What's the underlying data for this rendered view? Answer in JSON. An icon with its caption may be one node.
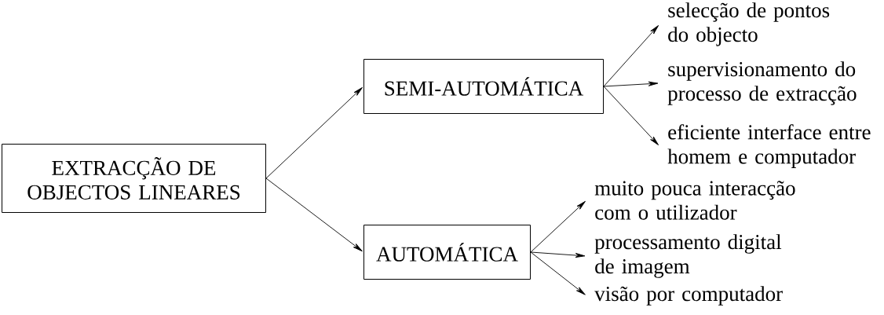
{
  "diagram": {
    "nodes": [
      {
        "text": [
          "EXTRACÇÃO DE OBJECTOS LINEARES"
        ]
      },
      {
        "text": [
          "SEMI-AUTOMÁTICA"
        ]
      },
      {
        "text": [
          "AUTOMÁTICA"
        ]
      },
      {
        "text": [
          "selecção de pontos do objecto"
        ]
      },
      {
        "text": [
          "supervisionamento do processo de extracção"
        ]
      },
      {
        "text": [
          "eficiente interface entre homem e computador"
        ]
      },
      {
        "text": [
          "muito pouca interacção com o utilizador"
        ]
      },
      {
        "text": [
          "processamento digital de imagem"
        ]
      },
      {
        "text": [
          "visão por computador"
        ]
      }
    ],
    "edges": [
      {
        "from": 0,
        "to": 1,
        "arrow": "to"
      },
      {
        "from": 0,
        "to": 2,
        "arrow": "to"
      },
      {
        "from": 1,
        "to": 3,
        "arrow": "to"
      },
      {
        "from": 1,
        "to": 4,
        "arrow": "to"
      },
      {
        "from": 1,
        "to": 5,
        "arrow": "to"
      },
      {
        "from": 2,
        "to": 6,
        "arrow": "to"
      },
      {
        "from": 2,
        "to": 7,
        "arrow": "to"
      },
      {
        "from": 2,
        "to": 8,
        "arrow": "to"
      }
    ]
  }
}
